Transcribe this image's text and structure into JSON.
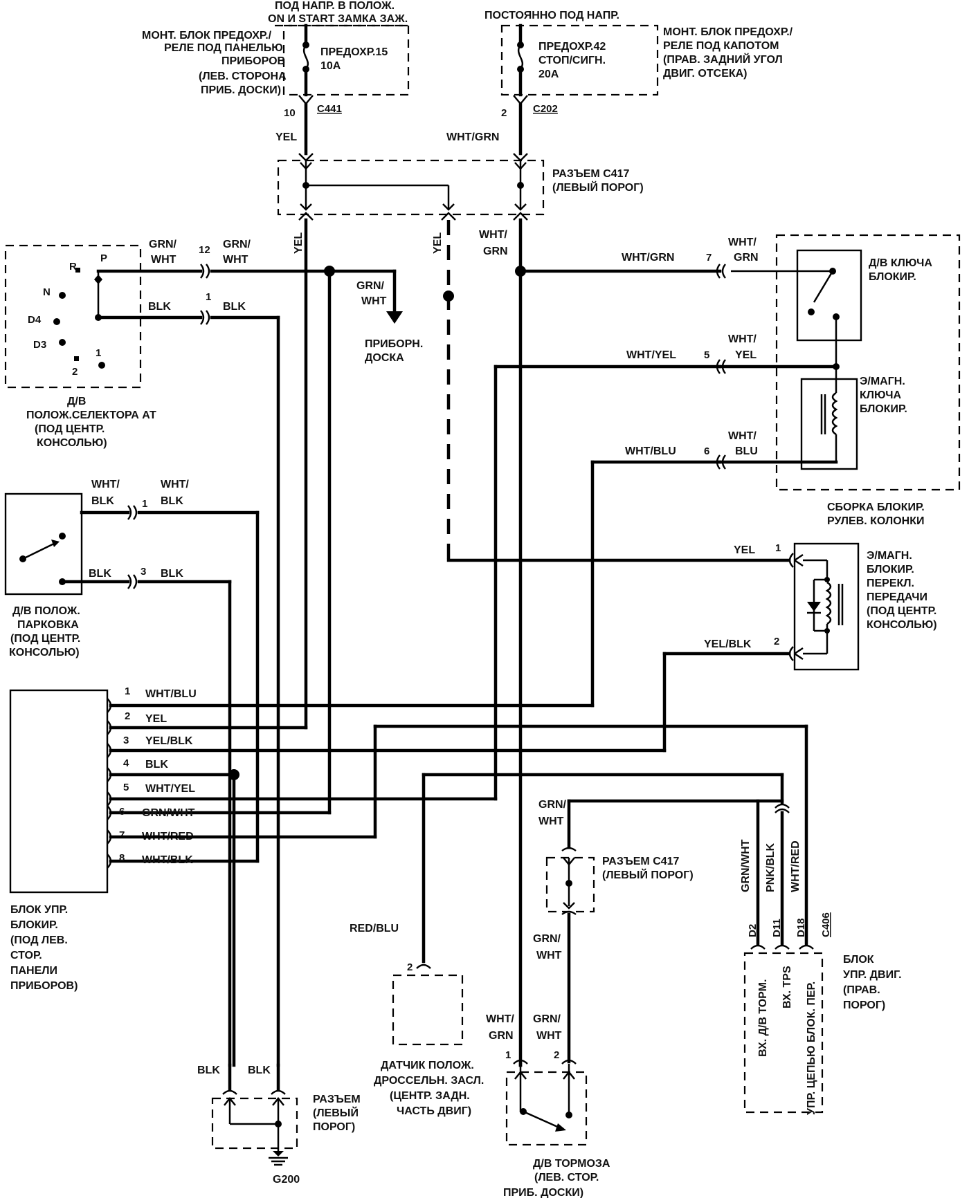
{
  "top_left_header": [
    "ПОД НАПР. В ПОЛОЖ.",
    "ON И START ЗАМКА ЗАЖ."
  ],
  "top_right_header": "ПОСТОЯННО ПОД НАПР.",
  "fusebox_left": [
    "МОНТ. БЛОК ПРЕДОХР./",
    "РЕЛЕ ПОД ПАНЕЛЬЮ",
    "ПРИБОРОВ",
    "(ЛЕВ. СТОРОНА",
    "ПРИБ. ДОСКИ)"
  ],
  "fuse15": [
    "ПРЕДОХР.15",
    "10A"
  ],
  "fuse42": [
    "ПРЕДОХР.42",
    "СТОП/СИГН.",
    "20A"
  ],
  "fusebox_right": [
    "МОНТ. БЛОК ПРЕДОХР./",
    "РЕЛЕ ПОД КАПОТОМ",
    "(ПРАВ. ЗАДНИЙ УГОЛ",
    "ДВИГ. ОТСЕКА)"
  ],
  "c441": {
    "pin": "10",
    "name": "C441",
    "wire": "YEL"
  },
  "c202": {
    "pin": "2",
    "name": "C202",
    "wire": "WHT/GRN"
  },
  "c417_top": [
    "РАЗЪЕМ C417",
    "(ЛЕВЫЙ ПОРОГ)"
  ],
  "yel_vert_1": "YEL",
  "yel_vert_2": "YEL",
  "wht_grn_split": [
    "WHT/",
    "GRN"
  ],
  "selector": {
    "positions": [
      "R",
      "P",
      "N",
      "D4",
      "D3",
      "1",
      "2"
    ],
    "wire1": [
      "GRN/",
      "WHT"
    ],
    "pin1": "12",
    "wire1b": [
      "GRN/",
      "WHT"
    ],
    "wire2": "BLK",
    "pin2": "1",
    "wire2b": "BLK",
    "label": [
      "Д/В",
      "ПОЛОЖ.СЕЛЕКТОРА АТ",
      "(ПОД ЦЕНТР.",
      "КОНСОЛЬЮ)"
    ]
  },
  "dash_arrow": {
    "wire": [
      "GRN/",
      "WHT"
    ],
    "label": [
      "ПРИБОРН.",
      "ДОСКА"
    ]
  },
  "lock_switch": {
    "wire1": "WHT/GRN",
    "pin1": "7",
    "wire1b": [
      "WHT/",
      "GRN"
    ],
    "wire2": "WHT/YEL",
    "pin2": "5",
    "wire2b": [
      "WHT/",
      "YEL"
    ],
    "wire3": "WHT/BLU",
    "pin3": "6",
    "wire3b": [
      "WHT/",
      "BLU"
    ],
    "switch_label": [
      "Д/В КЛЮЧА",
      "БЛОКИР."
    ],
    "solenoid_label": [
      "Э/МАГН.",
      "КЛЮЧА",
      "БЛОКИР."
    ],
    "assembly_label": [
      "СБОРКА БЛОКИР.",
      "РУЛЕВ. КОЛОНКИ"
    ]
  },
  "park_switch": {
    "wire1": [
      "WHT/",
      "BLK"
    ],
    "pin1": "1",
    "wire1b": [
      "WHT/",
      "BLK"
    ],
    "wire2": "BLK",
    "pin2": "3",
    "wire2b": "BLK",
    "label": [
      "Д/В ПОЛОЖ.",
      "ПАРКОВКА",
      "(ПОД ЦЕНТР.",
      "КОНСОЛЬЮ)"
    ]
  },
  "shift_solenoid": {
    "wire1": "YEL",
    "pin1": "1",
    "wire2": "YEL/BLK",
    "pin2": "2",
    "label": [
      "Э/МАГН.",
      "БЛОКИР.",
      "ПЕРЕКЛ.",
      "ПЕРЕДАЧИ",
      "(ПОД ЦЕНТР.",
      "КОНСОЛЬЮ)"
    ]
  },
  "control_unit": {
    "pins": [
      {
        "n": "1",
        "w": "WHT/BLU"
      },
      {
        "n": "2",
        "w": "YEL"
      },
      {
        "n": "3",
        "w": "YEL/BLK"
      },
      {
        "n": "4",
        "w": "BLK"
      },
      {
        "n": "5",
        "w": "WHT/YEL"
      },
      {
        "n": "6",
        "w": "GRN/WHT"
      },
      {
        "n": "7",
        "w": "WHT/RED"
      },
      {
        "n": "8",
        "w": "WHT/BLK"
      }
    ],
    "label": [
      "БЛОК УПР.",
      "БЛОКИР.",
      "(ПОД ЛЕВ.",
      "СТОР.",
      "ПАНЕЛИ",
      "ПРИБОРОВ)"
    ]
  },
  "brake_wire": [
    "GRN/",
    "WHT"
  ],
  "c417_bottom": [
    "РАЗЪЕМ C417",
    "(ЛЕВЫЙ ПОРОГ)"
  ],
  "brake_wire2": [
    "GRN/",
    "WHT"
  ],
  "brake_switch": {
    "wire1": [
      "WHT/",
      "GRN"
    ],
    "wire2": [
      "GRN/",
      "WHT"
    ],
    "pin1": "1",
    "pin2": "2",
    "label": [
      "Д/В ТОРМОЗА",
      "(ЛЕВ. СТОР.",
      "ПРИБ. ДОСКИ)"
    ]
  },
  "tps": {
    "wire": "RED/BLU",
    "pin": "2",
    "label": [
      "ДАТЧИК ПОЛОЖ.",
      "ДРОССЕЛЬН. ЗАСЛ.",
      "(ЦЕНТР. ЗАДН.",
      "ЧАСТЬ ДВИГ)"
    ]
  },
  "ecm": {
    "wires": [
      "GRN/WHT",
      "PNK/BLK",
      "WHT/RED"
    ],
    "pins": [
      "D2",
      "D11",
      "D18"
    ],
    "connector": "C406",
    "inputs": [
      "ВХ. Д/В ТОРМ.",
      "ВХ. TPS",
      "УПР. ЦЕПЬЮ БЛОК. ПЕР."
    ],
    "label": [
      "БЛОК",
      "УПР. ДВИГ.",
      "(ПРАВ.",
      "ПОРОГ)"
    ]
  },
  "ground": {
    "wire1": "BLK",
    "wire2": "BLK",
    "label": [
      "РАЗЪЕМ",
      "(ЛЕВЫЙ",
      "ПОРОГ)"
    ],
    "name": "G200"
  }
}
